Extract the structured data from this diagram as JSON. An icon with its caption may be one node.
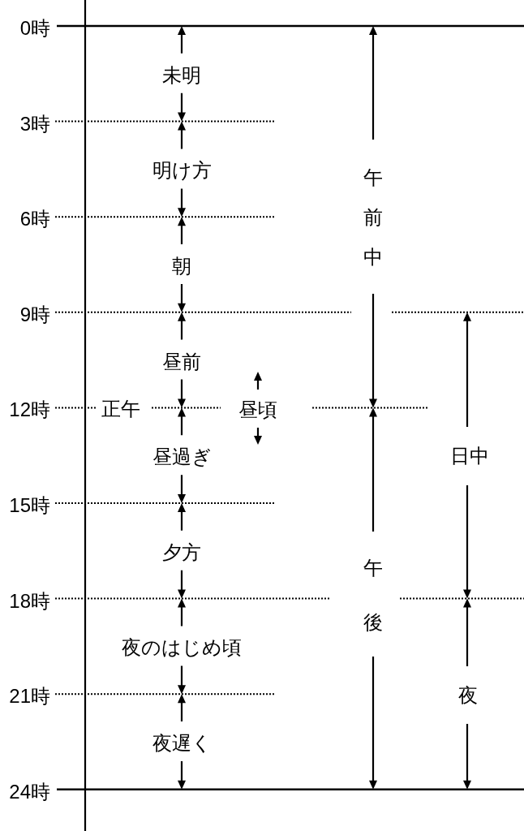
{
  "diagram": {
    "labels": [
      "0時",
      "未明",
      "3時",
      "明け方",
      "午前中",
      "6時",
      "朝",
      "9時",
      "昼前",
      "12時",
      "正午",
      "昼頃",
      "昼過ぎ",
      "日中",
      "15時",
      "夕方",
      "午後",
      "18時",
      "夜のはじめ頃",
      "21時",
      "夜",
      "夜遅く",
      "24時"
    ]
  }
}
